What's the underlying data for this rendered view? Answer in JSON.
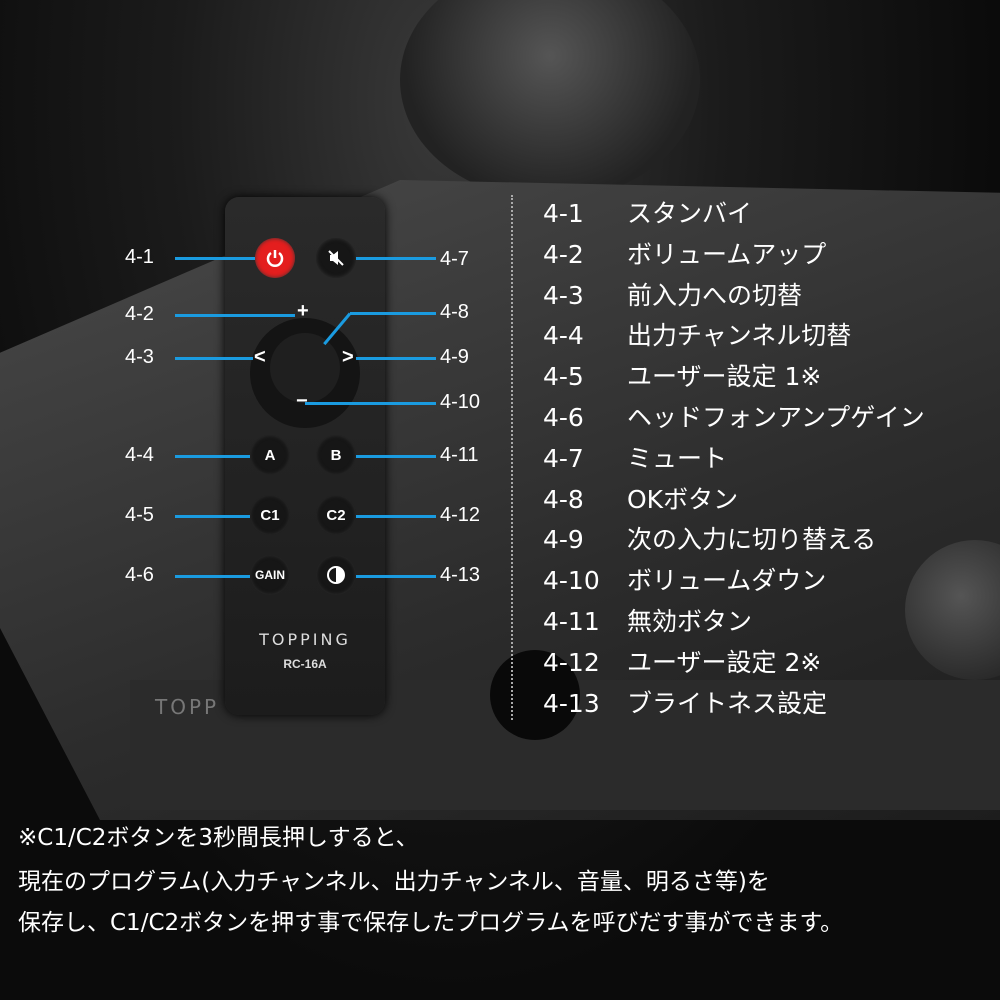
{
  "remote": {
    "brand": "TOPPING",
    "model": "RC-16A",
    "buttons": {
      "a": "A",
      "b": "B",
      "c1": "C1",
      "c2": "C2",
      "gain": "GAIN",
      "plus": "+",
      "minus": "−",
      "left": "<",
      "right": ">"
    }
  },
  "device_logo": "TOPP",
  "callouts_left": [
    "4-1",
    "4-2",
    "4-3",
    "4-4",
    "4-5",
    "4-6"
  ],
  "callouts_right": [
    "4-7",
    "4-8",
    "4-9",
    "4-10",
    "4-11",
    "4-12",
    "4-13"
  ],
  "legend": [
    {
      "num": "4-1",
      "text": "スタンバイ"
    },
    {
      "num": "4-2",
      "text": "ボリュームアップ"
    },
    {
      "num": "4-3",
      "text": "前入力への切替"
    },
    {
      "num": "4-4",
      "text": "出力チャンネル切替"
    },
    {
      "num": "4-5",
      "text": "ユーザー設定 1※"
    },
    {
      "num": "4-6",
      "text": "ヘッドフォンアンプゲイン"
    },
    {
      "num": "4-7",
      "text": "ミュート"
    },
    {
      "num": "4-8",
      "text": "OKボタン"
    },
    {
      "num": "4-9",
      "text": "次の入力に切り替える"
    },
    {
      "num": "4-10",
      "text": "ボリュームダウン"
    },
    {
      "num": "4-11",
      "text": "無効ボタン"
    },
    {
      "num": "4-12",
      "text": "ユーザー設定 2※"
    },
    {
      "num": "4-13",
      "text": "ブライトネス設定"
    }
  ],
  "notes": [
    "※C1/C2ボタンを3秒間長押しすると、",
    "現在のプログラム(入力チャンネル、出力チャンネル、音量、明るさ等)を",
    "保存し、C1/C2ボタンを押す事で保存したプログラムを呼びだす事ができます。"
  ],
  "colors": {
    "callout_line": "#1a9be0",
    "power_button": "#e41e1e"
  }
}
